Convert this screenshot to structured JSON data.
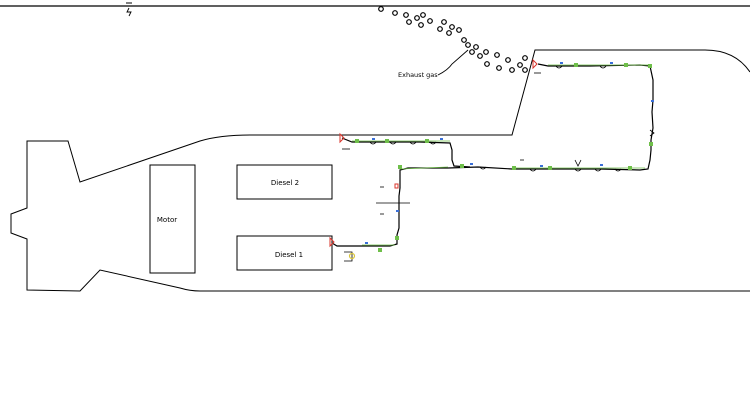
{
  "diagram": {
    "blocks": {
      "motor": "Motor",
      "diesel_2": "Diesel 2",
      "diesel_1": "Diesel 1"
    },
    "annotation": {
      "exhaust": "Exhaust gas"
    },
    "symbols": {
      "waterline": "waterline-symbol-icon"
    },
    "colors": {
      "line": "#000000",
      "component_green": "#6fbf4a",
      "valve_red": "#d9342b",
      "sensor_blue": "#3a6fd8",
      "fitting_yellow": "#d8c43a"
    }
  }
}
